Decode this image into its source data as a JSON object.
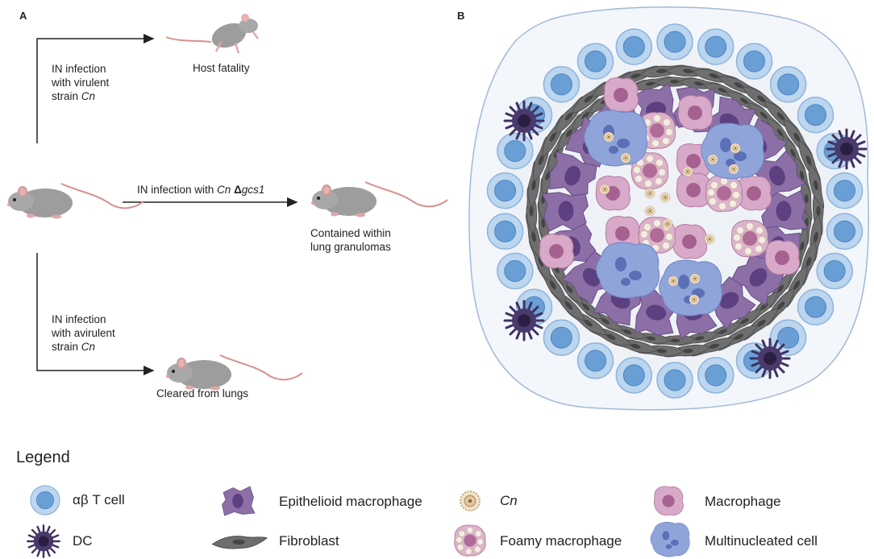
{
  "panels": {
    "a": "A",
    "b": "B"
  },
  "flow": {
    "top_arrow": [
      "IN infection",
      "with virulent",
      "strain ",
      "Cn"
    ],
    "top_outcome": "Host fatality",
    "middle_arrow": {
      "prefix": "IN infection with ",
      "cn": "Cn",
      "delta": "Δ",
      "gene": "gcs1"
    },
    "middle_outcome": [
      "Contained within",
      "lung granulomas"
    ],
    "bottom_arrow": [
      "IN infection",
      "with avirulent",
      "strain ",
      "Cn"
    ],
    "bottom_outcome": "Cleared from lungs"
  },
  "legend": {
    "title": "Legend",
    "items": [
      {
        "label": "αβ T cell",
        "icon": "t-cell-icon"
      },
      {
        "label": "Epithelioid macrophage",
        "icon": "epithelioid-macrophage-icon"
      },
      {
        "label": "Cn",
        "icon": "cn-icon",
        "italic": true
      },
      {
        "label": "Macrophage",
        "icon": "macrophage-icon"
      },
      {
        "label": "DC",
        "icon": "dc-icon"
      },
      {
        "label": "Fibroblast",
        "icon": "fibroblast-icon"
      },
      {
        "label": "Foamy macrophage",
        "icon": "foamy-macrophage-icon"
      },
      {
        "label": "Multinucleated cell",
        "icon": "multinucleated-cell-icon"
      }
    ]
  },
  "colors": {
    "t_cell": "#b8d4ee",
    "t_cell_nucleus": "#5b93cf",
    "dc": "#4a3a6b",
    "epithelioid": "#8a6aa6",
    "epithelioid_nucleus": "#5a3f7a",
    "macrophage": "#d7aac6",
    "macrophage_nucleus": "#a06590",
    "fibroblast": "#6e6e6e",
    "multinucleated": "#8da2d8",
    "cn": "#e8cfae",
    "mouse": "#9d9d9d",
    "tail": "#d98e8e"
  }
}
